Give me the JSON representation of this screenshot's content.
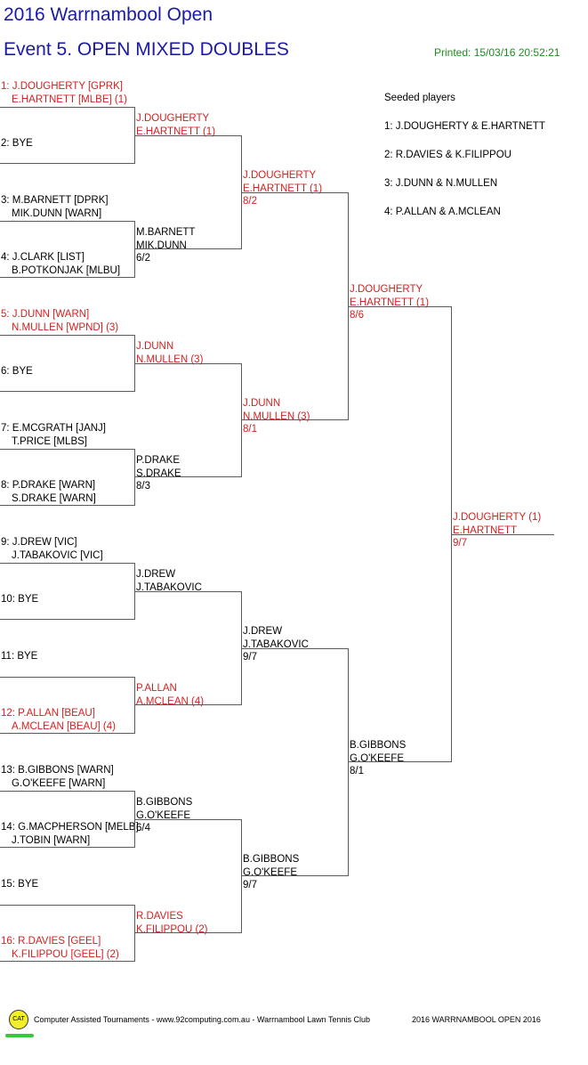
{
  "header": {
    "tournament": "2016 Warrnambool Open",
    "event": "Event 5. OPEN MIXED DOUBLES",
    "printed": "Printed: 15/03/16 20:52:21"
  },
  "seeded": {
    "title": "Seeded players",
    "items": [
      "1: J.DOUGHERTY & E.HARTNETT",
      "2: R.DAVIES & K.FILIPPOU",
      "3: J.DUNN & N.MULLEN",
      "4: P.ALLAN & A.MCLEAN"
    ]
  },
  "round1": [
    {
      "line1": "1: J.DOUGHERTY [GPRK]",
      "line2": "E.HARTNETT [MLBE] (1)",
      "seed": true
    },
    {
      "line1": "2: BYE",
      "line2": "",
      "seed": false
    },
    {
      "line1": "3: M.BARNETT [DPRK]",
      "line2": "MIK.DUNN [WARN]",
      "seed": false
    },
    {
      "line1": "4: J.CLARK [LIST]",
      "line2": "B.POTKONJAK [MLBU]",
      "seed": false
    },
    {
      "line1": "5: J.DUNN [WARN]",
      "line2": "N.MULLEN [WPND] (3)",
      "seed": true
    },
    {
      "line1": "6: BYE",
      "line2": "",
      "seed": false
    },
    {
      "line1": "7: E.MCGRATH [JANJ]",
      "line2": "T.PRICE [MLBS]",
      "seed": false
    },
    {
      "line1": "8: P.DRAKE [WARN]",
      "line2": "S.DRAKE [WARN]",
      "seed": false
    },
    {
      "line1": "9: J.DREW [VIC]",
      "line2": "J.TABAKOVIC [VIC]",
      "seed": false
    },
    {
      "line1": "10: BYE",
      "line2": "",
      "seed": false
    },
    {
      "line1": "11: BYE",
      "line2": "",
      "seed": false
    },
    {
      "line1": "12: P.ALLAN [BEAU]",
      "line2": "A.MCLEAN [BEAU] (4)",
      "seed": true
    },
    {
      "line1": "13: B.GIBBONS [WARN]",
      "line2": "G.O'KEEFE [WARN]",
      "seed": false
    },
    {
      "line1": "14: G.MACPHERSON [MELB]",
      "line2": "J.TOBIN [WARN]",
      "seed": false
    },
    {
      "line1": "15: BYE",
      "line2": "",
      "seed": false
    },
    {
      "line1": "16: R.DAVIES [GEEL]",
      "line2": "K.FILIPPOU [GEEL] (2)",
      "seed": true
    }
  ],
  "round2": [
    {
      "line1": "J.DOUGHERTY",
      "line2": "E.HARTNETT (1)",
      "score": "",
      "seed": true
    },
    {
      "line1": "M.BARNETT",
      "line2": "MIK.DUNN",
      "score": "6/2",
      "seed": false
    },
    {
      "line1": "J.DUNN",
      "line2": "N.MULLEN (3)",
      "score": "",
      "seed": true
    },
    {
      "line1": "P.DRAKE",
      "line2": "S.DRAKE",
      "score": "8/3",
      "seed": false
    },
    {
      "line1": "J.DREW",
      "line2": "J.TABAKOVIC",
      "score": "",
      "seed": false
    },
    {
      "line1": "P.ALLAN",
      "line2": "A.MCLEAN (4)",
      "score": "",
      "seed": true
    },
    {
      "line1": "B.GIBBONS",
      "line2": "G.O'KEEFE",
      "score": "6/4",
      "seed": false
    },
    {
      "line1": "R.DAVIES",
      "line2": "K.FILIPPOU (2)",
      "score": "",
      "seed": true
    }
  ],
  "round3": [
    {
      "line1": "J.DOUGHERTY",
      "line2": "E.HARTNETT (1)",
      "score": "8/2",
      "seed": true
    },
    {
      "line1": "J.DUNN",
      "line2": "N.MULLEN (3)",
      "score": "8/1",
      "seed": true
    },
    {
      "line1": "J.DREW",
      "line2": "J.TABAKOVIC",
      "score": "9/7",
      "seed": false
    },
    {
      "line1": "B.GIBBONS",
      "line2": "G.O'KEEFE",
      "score": "9/7",
      "seed": false
    }
  ],
  "round4": [
    {
      "line1": "J.DOUGHERTY",
      "line2": "E.HARTNETT (1)",
      "score": "8/6",
      "seed": true
    },
    {
      "line1": "B.GIBBONS",
      "line2": "G.O'KEEFE",
      "score": "8/1",
      "seed": false
    }
  ],
  "winner": {
    "line1": "J.DOUGHERTY (1)",
    "line2": "E.HARTNETT",
    "score": "9/7",
    "seed": true
  },
  "footer": {
    "logo_text": "CAT",
    "credit": "Computer Assisted Tournaments - www.92computing.com.au -  Warrnambool Lawn Tennis Club",
    "event_name": "2016 WARRNAMBOOL OPEN 2016"
  }
}
